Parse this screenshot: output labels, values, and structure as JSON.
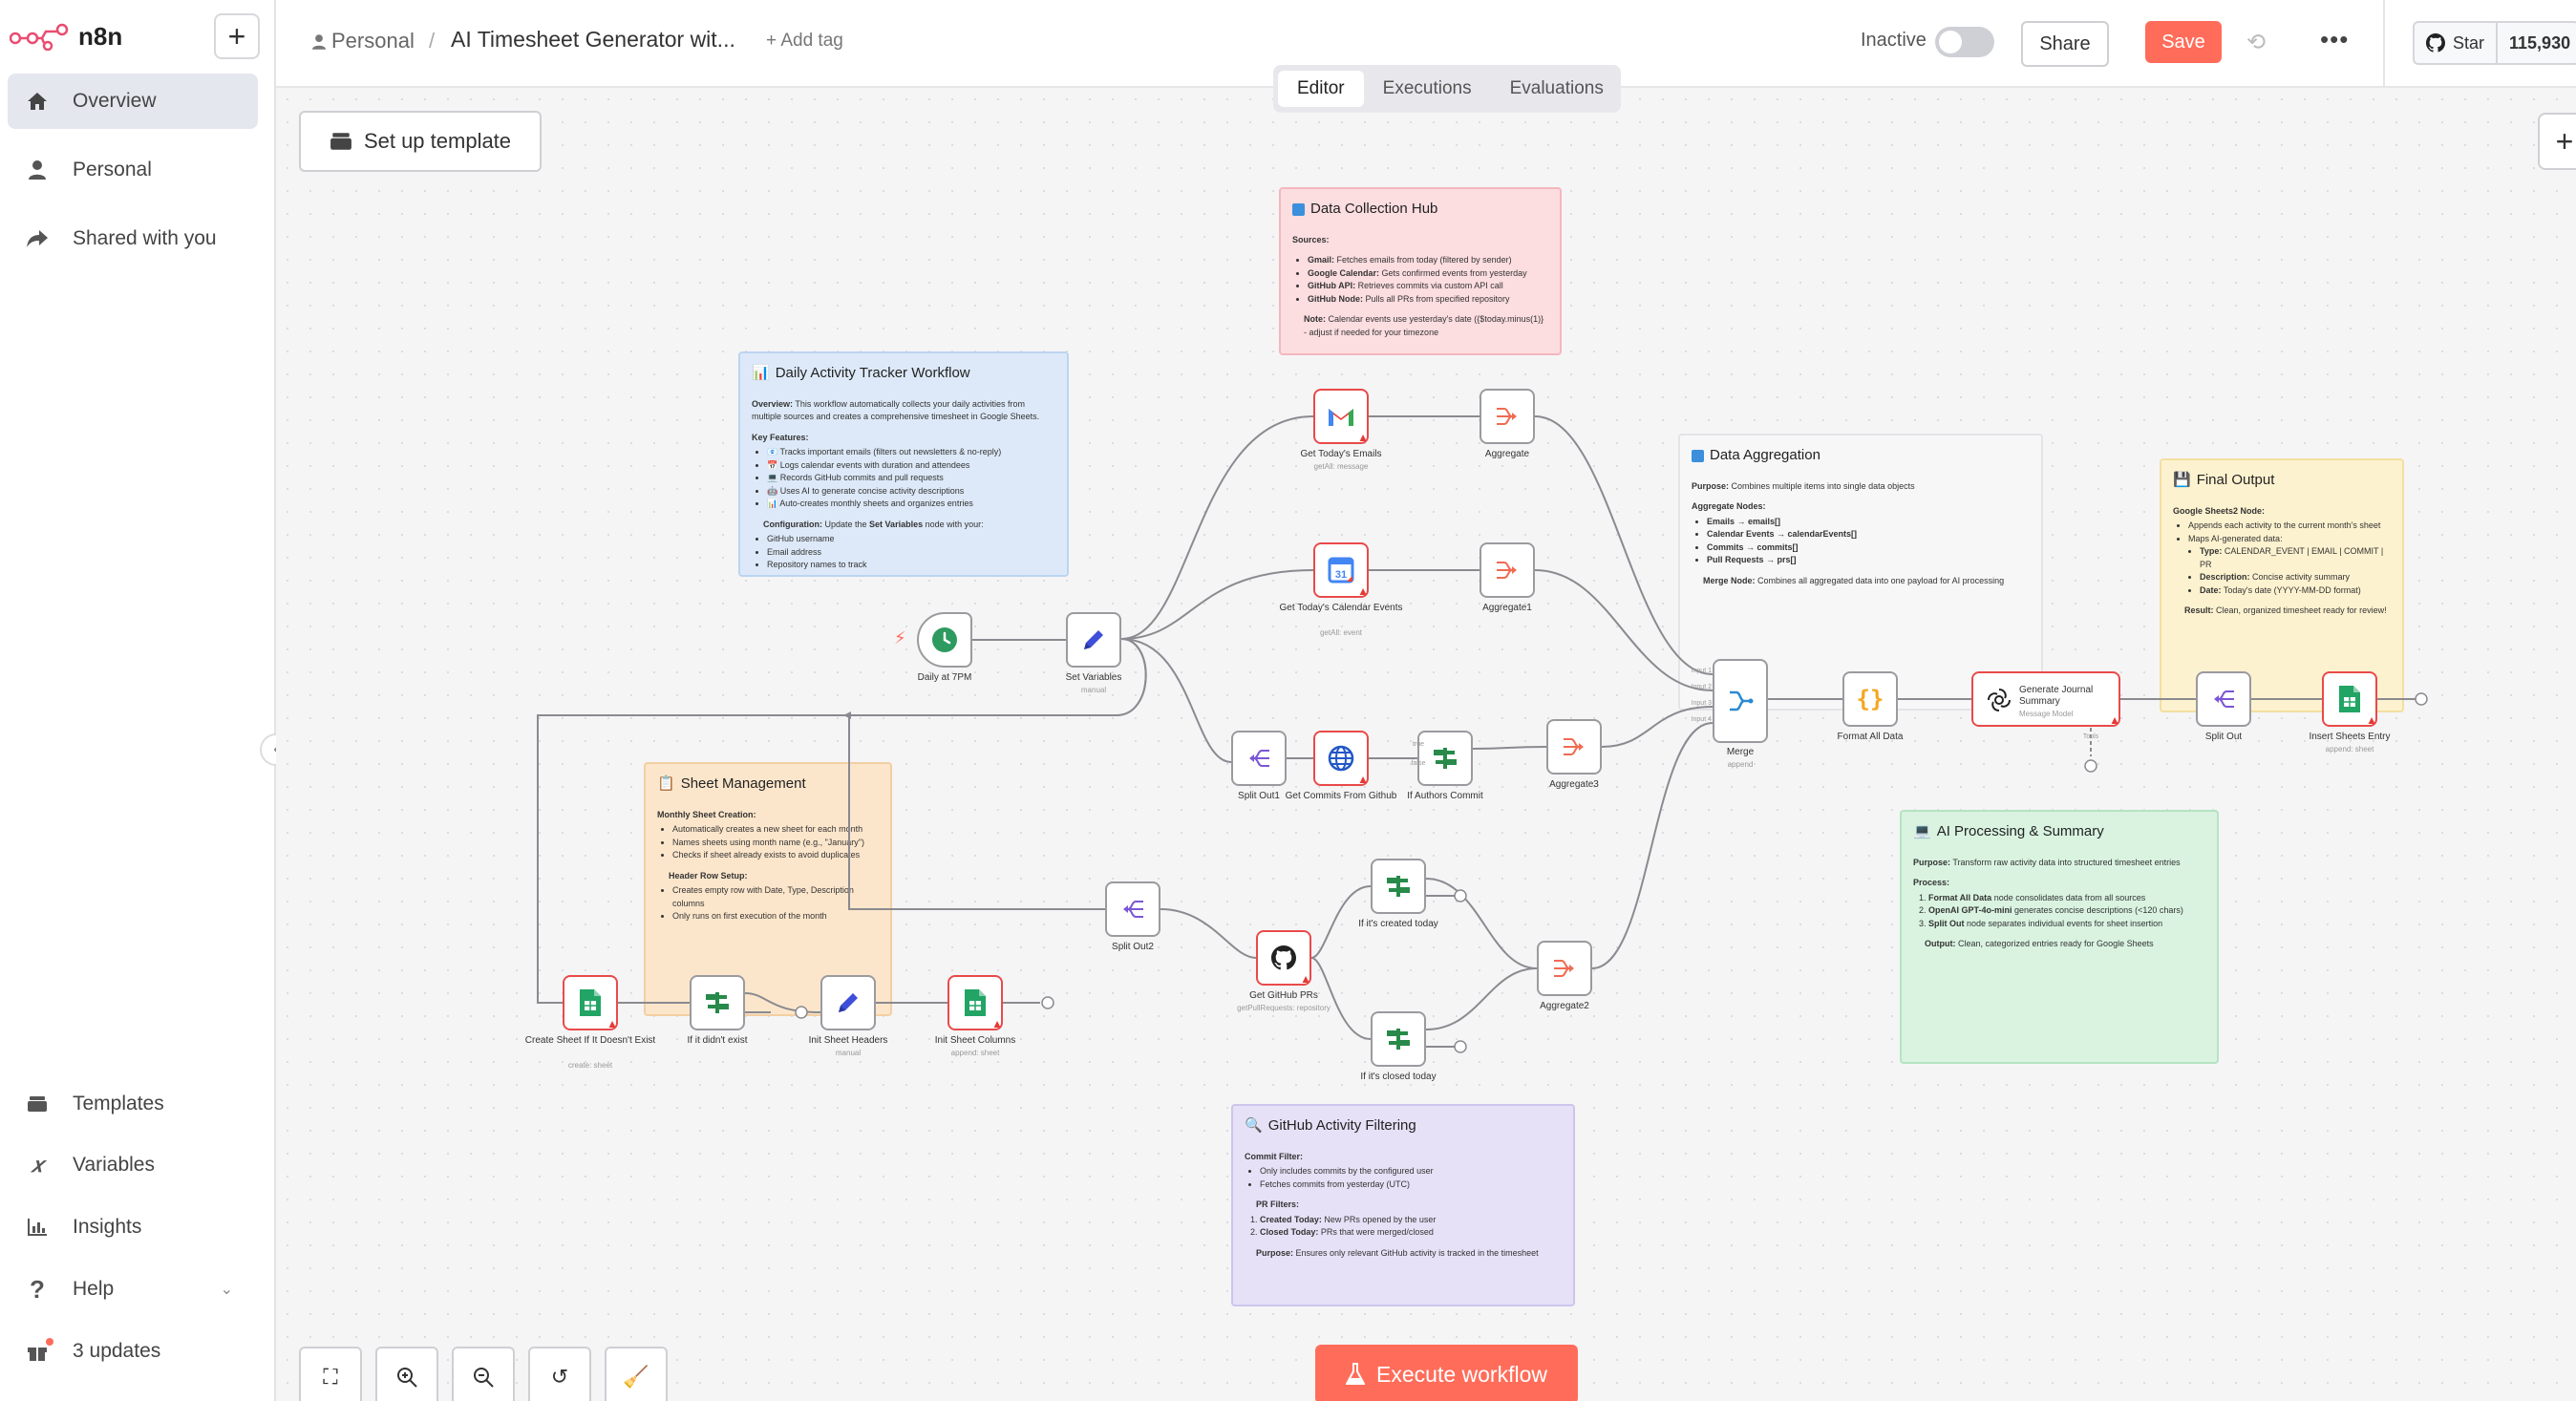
{
  "app": {
    "logo_text": "n8n",
    "accent": "#ff6d5a"
  },
  "sidebar": {
    "items": [
      {
        "label": "Overview",
        "icon": "home-icon"
      },
      {
        "label": "Personal",
        "icon": "user-icon"
      },
      {
        "label": "Shared with you",
        "icon": "share-icon"
      }
    ],
    "bottom": [
      {
        "label": "Templates",
        "icon": "box-icon"
      },
      {
        "label": "Variables",
        "icon": "variable-icon"
      },
      {
        "label": "Insights",
        "icon": "chart-icon"
      },
      {
        "label": "Help",
        "icon": "help-icon"
      },
      {
        "label": "3 updates",
        "icon": "gift-icon"
      }
    ]
  },
  "header": {
    "project": "Personal",
    "separator": "/",
    "workflow_title": "AI Timesheet Generator wit...",
    "add_tag": "+ Add tag",
    "status_label": "Inactive",
    "share_label": "Share",
    "save_label": "Save",
    "github_star": "Star",
    "github_count": "115,930"
  },
  "tabs": [
    "Editor",
    "Executions",
    "Evaluations"
  ],
  "canvas": {
    "setup_template": "Set up template",
    "execute_workflow": "Execute workflow"
  },
  "stickies": {
    "data_collection": {
      "title": "Data Collection Hub",
      "sources_label": "Sources:",
      "sources": [
        {
          "b": "Gmail:",
          "t": " Fetches emails from today (filtered by sender)"
        },
        {
          "b": "Google Calendar:",
          "t": " Gets confirmed events from yesterday"
        },
        {
          "b": "GitHub API:",
          "t": " Retrieves commits via custom API call"
        },
        {
          "b": "GitHub Node:",
          "t": " Pulls all PRs from specified repository"
        }
      ],
      "note_b": "Note:",
      "note": " Calendar events use yesterday's date ({$today.minus(1)} - adjust if needed for your timezone"
    },
    "daily_tracker": {
      "title": "Daily Activity Tracker Workflow",
      "overview_b": "Overview:",
      "overview": " This workflow automatically collects your daily activities from multiple sources and creates a comprehensive timesheet in Google Sheets.",
      "features_label": "Key Features:",
      "features": [
        "📧 Tracks important emails (filters out newsletters & no-reply)",
        "📅 Logs calendar events with duration and attendees",
        "💻 Records GitHub commits and pull requests",
        "🤖 Uses AI to generate concise activity descriptions",
        "📊 Auto-creates monthly sheets and organizes entries"
      ],
      "config_pre": "Configuration:",
      "config_mid": " Update the ",
      "config_b": "Set Variables",
      "config_post": " node with your:",
      "config_items": [
        "GitHub username",
        "Email address",
        "Repository names to track"
      ]
    },
    "data_aggregation": {
      "title": "Data Aggregation",
      "purpose_b": "Purpose:",
      "purpose": " Combines multiple items into single data objects",
      "nodes_label": "Aggregate Nodes:",
      "nodes": [
        "Emails → emails[]",
        "Calendar Events → calendarEvents[]",
        "Commits → commits[]",
        "Pull Requests → prs[]"
      ],
      "merge_b": "Merge Node:",
      "merge": " Combines all aggregated data into one payload for AI processing"
    },
    "final_output": {
      "title": "Final Output",
      "node_label": "Google Sheets2 Node:",
      "items": [
        "Appends each activity to the current month's sheet",
        "Maps AI-generated data:"
      ],
      "sub": [
        {
          "b": "Type:",
          "t": " CALENDAR_EVENT | EMAIL | COMMIT | PR"
        },
        {
          "b": "Description:",
          "t": " Concise activity summary"
        },
        {
          "b": "Date:",
          "t": " Today's date (YYYY-MM-DD format)"
        }
      ],
      "result_b": "Result:",
      "result": " Clean, organized timesheet ready for review!"
    },
    "sheet_mgmt": {
      "title": "Sheet Management",
      "creation_label": "Monthly Sheet Creation:",
      "creation": [
        "Automatically creates a new sheet for each month",
        "Names sheets using month name (e.g., \"January\")",
        "Checks if sheet already exists to avoid duplicates"
      ],
      "header_label": "Header Row Setup:",
      "header": [
        "Creates empty row with Date, Type, Description columns",
        "Only runs on first execution of the month"
      ]
    },
    "ai_processing": {
      "title": "AI Processing & Summary",
      "purpose_b": "Purpose:",
      "purpose": " Transform raw activity data into structured timesheet entries",
      "process_label": "Process:",
      "process": [
        {
          "b": "Format All Data",
          "t": " node consolidates data from all sources"
        },
        {
          "b": "OpenAI GPT-4o-mini",
          "t": " generates concise descriptions (<120 chars)"
        },
        {
          "b": "Split Out",
          "t": " node separates individual events for sheet insertion"
        }
      ],
      "output_b": "Output:",
      "output": " Clean, categorized entries ready for Google Sheets"
    },
    "github_filter": {
      "title": "GitHub Activity Filtering",
      "commit_label": "Commit Filter:",
      "commit": [
        "Only includes commits by the configured user",
        "Fetches commits from yesterday (UTC)"
      ],
      "pr_label": "PR Filters:",
      "pr": [
        {
          "b": "Created Today:",
          "t": " New PRs opened by the user"
        },
        {
          "b": "Closed Today:",
          "t": " PRs that were merged/closed"
        }
      ],
      "purpose_b": "Purpose:",
      "purpose": " Ensures only relevant GitHub activity is tracked in the timesheet"
    }
  },
  "nodes": {
    "daily": {
      "label": "Daily at 7PM"
    },
    "set_vars": {
      "label": "Set Variables",
      "sub": "manual"
    },
    "gmail": {
      "label": "Get Today's Emails",
      "sub": "getAll: message"
    },
    "aggregate": {
      "label": "Aggregate"
    },
    "calendar": {
      "label": "Get Today's Calendar Events",
      "sub": "getAll: event"
    },
    "aggregate1": {
      "label": "Aggregate1"
    },
    "split_out1": {
      "label": "Split Out1"
    },
    "commits": {
      "label": "Get Commits From Github"
    },
    "if_authors": {
      "label": "If Authors Commit"
    },
    "aggregate3": {
      "label": "Aggregate3"
    },
    "merge": {
      "label": "Merge",
      "sub": "append"
    },
    "merge_inputs": [
      "Input 1",
      "Input 2",
      "Input 3",
      "Input 4"
    ],
    "format": {
      "label": "Format All Data"
    },
    "journal": {
      "label": "Generate Journal Summary",
      "sub": "Message Model",
      "tools": "Tools"
    },
    "split_out": {
      "label": "Split Out"
    },
    "insert": {
      "label": "Insert Sheets Entry",
      "sub": "append: sheet"
    },
    "split_out2": {
      "label": "Split Out2"
    },
    "github_prs": {
      "label": "Get GitHub PRs",
      "sub": "getPullRequests: repository"
    },
    "if_created": {
      "label": "If it's created today"
    },
    "if_closed": {
      "label": "If it's closed today"
    },
    "aggregate2": {
      "label": "Aggregate2"
    },
    "create_sheet": {
      "label": "Create Sheet If It Doesn't Exist",
      "sub": "create: sheet"
    },
    "if_not_exist": {
      "label": "If it didn't exist"
    },
    "init_headers": {
      "label": "Init Sheet Headers",
      "sub": "manual"
    },
    "init_columns": {
      "label": "Init Sheet Columns",
      "sub": "append: sheet"
    },
    "branch_true": "true",
    "branch_false": "false"
  }
}
